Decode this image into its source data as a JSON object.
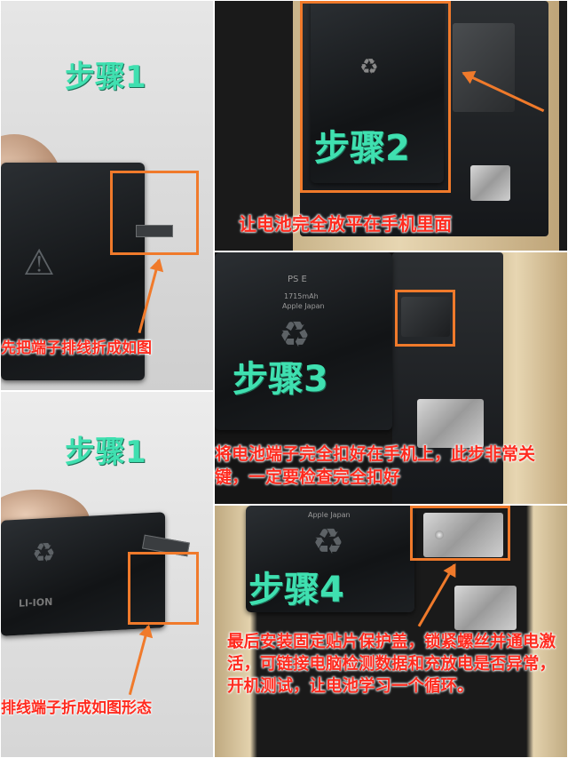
{
  "panels": {
    "p1": {
      "step": "步骤1",
      "caption": "先把端子排线折成如图"
    },
    "p2": {
      "step": "步骤2",
      "caption": "让电池完全放平在手机里面"
    },
    "p3": {
      "step": "步骤3",
      "caption": "将电池端子完全扣好在手机上，此步非常关键，一定要检查完全扣好",
      "battery_label_1": "1715mAh",
      "battery_label_2": "Apple Japan",
      "battery_ps": "PS E"
    },
    "p4": {
      "step": "步骤1",
      "caption": "排线端子折成如图形态",
      "battery_label": "LI-ION"
    },
    "p5": {
      "step": "步骤4",
      "caption": "最后安装固定贴片保护盖，锁紧螺丝并通电激活，可链接电脑检测数据和充放电是否异常，开机测试，让电池学习一个循环。",
      "battery_label": "Apple Japan"
    }
  },
  "colors": {
    "accent_orange": "#f07a2b",
    "step_green": "#3fe0b0",
    "caption_red": "#ff2b1f"
  }
}
